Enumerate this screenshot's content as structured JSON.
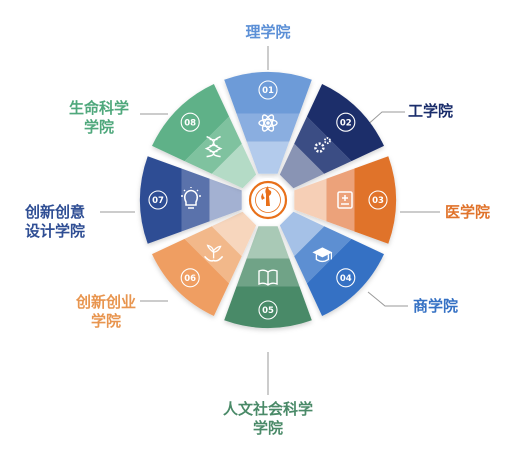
{
  "center_logo": {
    "ring_color": "#e8701a",
    "label": "logo-seal"
  },
  "segments": [
    {
      "num": "01",
      "label_lines": [
        "理学院"
      ],
      "icon": "atom-icon",
      "colors": [
        "#6d9bd8",
        "#8aaee0",
        "#b3cbec"
      ],
      "label_color": "#5b8fd6"
    },
    {
      "num": "02",
      "label_lines": [
        "工学院"
      ],
      "icon": "gears-icon",
      "colors": [
        "#1a2d6b",
        "#3b4d84",
        "#8994b4"
      ],
      "label_color": "#1a2d6b"
    },
    {
      "num": "03",
      "label_lines": [
        "医学院"
      ],
      "icon": "medical-kit-icon",
      "colors": [
        "#e0732b",
        "#eca27a",
        "#f6cfb6"
      ],
      "label_color": "#e0732b"
    },
    {
      "num": "04",
      "label_lines": [
        "商学院"
      ],
      "icon": "graduation-cap-icon",
      "colors": [
        "#3571c4",
        "#5d8fd2",
        "#a5c1e7"
      ],
      "label_color": "#3571c4"
    },
    {
      "num": "05",
      "label_lines": [
        "人文社会科学",
        "学院"
      ],
      "icon": "book-icon",
      "colors": [
        "#4a8a68",
        "#6fa387",
        "#a9c9b6"
      ],
      "label_color": "#4a8a68"
    },
    {
      "num": "06",
      "label_lines": [
        "创新创业",
        "学院"
      ],
      "icon": "hands-sprout-icon",
      "colors": [
        "#ef9e62",
        "#f2b88a",
        "#f7d6bd"
      ],
      "label_color": "#e8954f"
    },
    {
      "num": "07",
      "label_lines": [
        "创新创意",
        "设计学院"
      ],
      "icon": "lightbulb-icon",
      "colors": [
        "#2f4e94",
        "#5a72ab",
        "#a3b1d2"
      ],
      "label_color": "#2f4e94"
    },
    {
      "num": "08",
      "label_lines": [
        "生命科学",
        "学院"
      ],
      "icon": "dna-icon",
      "colors": [
        "#5fb188",
        "#7fc29f",
        "#b4dbc6"
      ],
      "label_color": "#4fa87c"
    }
  ]
}
